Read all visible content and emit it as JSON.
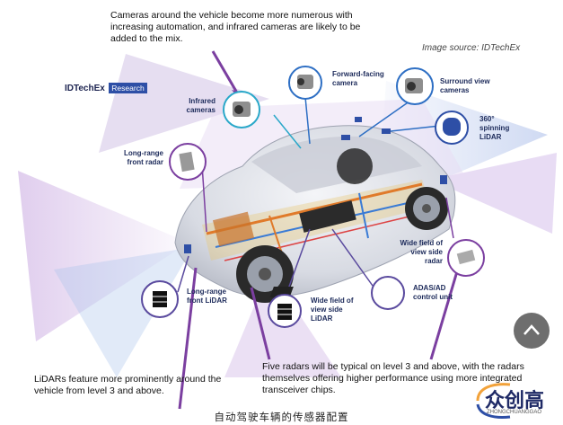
{
  "notes": {
    "cameras": [
      "Cameras around the vehicle become more numerous with",
      "increasing automation, and infrared cameras are likely to be",
      "added to the mix."
    ],
    "lidars": [
      "LiDARs feature more prominently around the",
      "vehicle from level 3 and above."
    ],
    "radars": [
      "Five radars will be typical on level 3 and above, with the radars",
      "themselves offering higher performance using more integrated",
      "transceiver chips."
    ]
  },
  "source": "Image source: IDTechEx",
  "brand": {
    "name": "IDTechEx",
    "tag": "Research"
  },
  "labels": {
    "infrared": [
      "Infrared",
      "cameras"
    ],
    "forward": [
      "Forward-facing",
      "camera"
    ],
    "surround": [
      "Surround view",
      "cameras"
    ],
    "spinning": [
      "360°",
      "spinning",
      "LiDAR"
    ],
    "longradar": [
      "Long-range",
      "front radar"
    ],
    "sideradar": [
      "Wide field of",
      "view side",
      "radar"
    ],
    "adas": [
      "ADAS/AD",
      "control unit"
    ],
    "sidelidar": [
      "Wide field of",
      "view side",
      "LiDAR"
    ],
    "frontlidar": [
      "Long-range",
      "front LiDAR"
    ]
  },
  "caption": "自动驾驶车辆的传感器配置",
  "watermark": {
    "text": "众创高",
    "sub": "ZHONGCHUANGGAO"
  },
  "colors": {
    "accent_blue": "#2e6fc4",
    "accent_purple": "#7b3fa0",
    "accent_teal": "#2aa8c9",
    "navy": "#1c2a5a"
  },
  "icons": {
    "scroll_top": "chevron-up-icon"
  }
}
